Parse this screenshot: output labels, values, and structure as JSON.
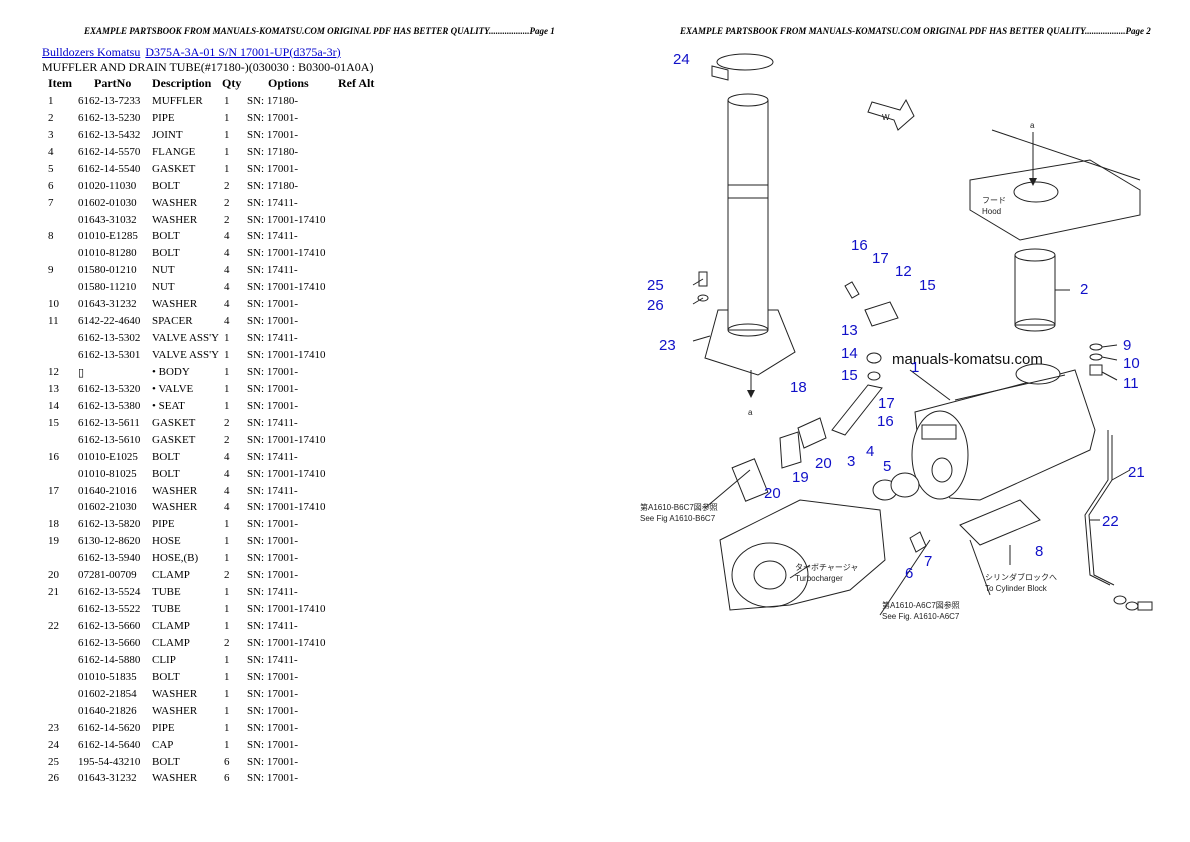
{
  "header": {
    "left": "EXAMPLE PARTSBOOK FROM MANUALS-KOMATSU.COM ORIGINAL PDF HAS BETTER QUALITY..................Page 1",
    "right": "EXAMPLE PARTSBOOK FROM MANUALS-KOMATSU.COM ORIGINAL PDF HAS BETTER QUALITY..................Page 2"
  },
  "breadcrumb": {
    "link1": "Bulldozers Komatsu",
    "link2": "D375A-3A-01 S/N 17001-UP(d375a-3r)"
  },
  "section_title": "MUFFLER AND DRAIN TUBE(#17180-)(030030 : B0300-01A0A)",
  "table": {
    "headers": [
      "Item",
      "PartNo",
      "Description",
      "Qty",
      "Options",
      "Ref Alt"
    ],
    "rows": [
      [
        "1",
        "6162-13-7233",
        "MUFFLER",
        "1",
        "SN: 17180-"
      ],
      [
        "2",
        "6162-13-5230",
        "PIPE",
        "1",
        "SN: 17001-"
      ],
      [
        "3",
        "6162-13-5432",
        "JOINT",
        "1",
        "SN: 17001-"
      ],
      [
        "4",
        "6162-14-5570",
        "FLANGE",
        "1",
        "SN: 17180-"
      ],
      [
        "5",
        "6162-14-5540",
        "GASKET",
        "1",
        "SN: 17001-"
      ],
      [
        "6",
        "01020-11030",
        "BOLT",
        "2",
        "SN: 17180-"
      ],
      [
        "7",
        "01602-01030",
        "WASHER",
        "2",
        "SN: 17411-"
      ],
      [
        "",
        "01643-31032",
        "WASHER",
        "2",
        "SN: 17001-17410"
      ],
      [
        "8",
        "01010-E1285",
        "BOLT",
        "4",
        "SN: 17411-"
      ],
      [
        "",
        "01010-81280",
        "BOLT",
        "4",
        "SN: 17001-17410"
      ],
      [
        "9",
        "01580-01210",
        "NUT",
        "4",
        "SN: 17411-"
      ],
      [
        "",
        "01580-11210",
        "NUT",
        "4",
        "SN: 17001-17410"
      ],
      [
        "10",
        "01643-31232",
        "WASHER",
        "4",
        "SN: 17001-"
      ],
      [
        "11",
        "6142-22-4640",
        "SPACER",
        "4",
        "SN: 17001-"
      ],
      [
        "",
        "6162-13-5302",
        "VALVE ASS'Y",
        "1",
        "SN: 17411-"
      ],
      [
        "",
        "6162-13-5301",
        "VALVE ASS'Y",
        "1",
        "SN: 17001-17410"
      ],
      [
        "12",
        "▯",
        "• BODY",
        "1",
        "SN: 17001-"
      ],
      [
        "13",
        "6162-13-5320",
        "• VALVE",
        "1",
        "SN: 17001-"
      ],
      [
        "14",
        "6162-13-5380",
        "• SEAT",
        "1",
        "SN: 17001-"
      ],
      [
        "15",
        "6162-13-5611",
        "GASKET",
        "2",
        "SN: 17411-"
      ],
      [
        "",
        "6162-13-5610",
        "GASKET",
        "2",
        "SN: 17001-17410"
      ],
      [
        "16",
        "01010-E1025",
        "BOLT",
        "4",
        "SN: 17411-"
      ],
      [
        "",
        "01010-81025",
        "BOLT",
        "4",
        "SN: 17001-17410"
      ],
      [
        "17",
        "01640-21016",
        "WASHER",
        "4",
        "SN: 17411-"
      ],
      [
        "",
        "01602-21030",
        "WASHER",
        "4",
        "SN: 17001-17410"
      ],
      [
        "18",
        "6162-13-5820",
        "PIPE",
        "1",
        "SN: 17001-"
      ],
      [
        "19",
        "6130-12-8620",
        "HOSE",
        "1",
        "SN: 17001-"
      ],
      [
        "",
        "6162-13-5940",
        "HOSE,(B)",
        "1",
        "SN: 17001-"
      ],
      [
        "20",
        "07281-00709",
        "CLAMP",
        "2",
        "SN: 17001-"
      ],
      [
        "21",
        "6162-13-5524",
        "TUBE",
        "1",
        "SN: 17411-"
      ],
      [
        "",
        "6162-13-5522",
        "TUBE",
        "1",
        "SN: 17001-17410"
      ],
      [
        "22",
        "6162-13-5660",
        "CLAMP",
        "1",
        "SN: 17411-"
      ],
      [
        "",
        "6162-13-5660",
        "CLAMP",
        "2",
        "SN: 17001-17410"
      ],
      [
        "",
        "6162-14-5880",
        "CLIP",
        "1",
        "SN: 17411-"
      ],
      [
        "",
        "01010-51835",
        "BOLT",
        "1",
        "SN: 17001-"
      ],
      [
        "",
        "01602-21854",
        "WASHER",
        "1",
        "SN: 17001-"
      ],
      [
        "",
        "01640-21826",
        "WASHER",
        "1",
        "SN: 17001-"
      ],
      [
        "23",
        "6162-14-5620",
        "PIPE",
        "1",
        "SN: 17001-"
      ],
      [
        "24",
        "6162-14-5640",
        "CAP",
        "1",
        "SN: 17001-"
      ],
      [
        "25",
        "195-54-43210",
        "BOLT",
        "6",
        "SN: 17001-"
      ],
      [
        "26",
        "01643-31232",
        "WASHER",
        "6",
        "SN: 17001-"
      ]
    ]
  },
  "diagram": {
    "watermark": "manuals-komatsu.com",
    "labels": {
      "a1": "a",
      "a2": "a",
      "w": "W",
      "hood_jp": "フード",
      "hood": "Hood",
      "fig1_jp": "第A1610-B6C7図参照",
      "fig1": "See Fig A1610-B6C7",
      "turbo_jp": "ターボチャージャ",
      "turbo": "Turbocharger",
      "fig2_jp": "第A1610-A6C7図参照",
      "fig2": "See Fig. A1610-A6C7",
      "cyl_jp": "シリンダブロックへ",
      "cyl": "To Cylinder Block"
    },
    "callouts": [
      "24",
      "16",
      "17",
      "12",
      "15",
      "25",
      "26",
      "13",
      "14",
      "23",
      "15",
      "18",
      "17",
      "16",
      "1",
      "2",
      "9",
      "10",
      "11",
      "21",
      "22",
      "3",
      "4",
      "5",
      "19",
      "20",
      "20",
      "8",
      "7",
      "6"
    ]
  }
}
